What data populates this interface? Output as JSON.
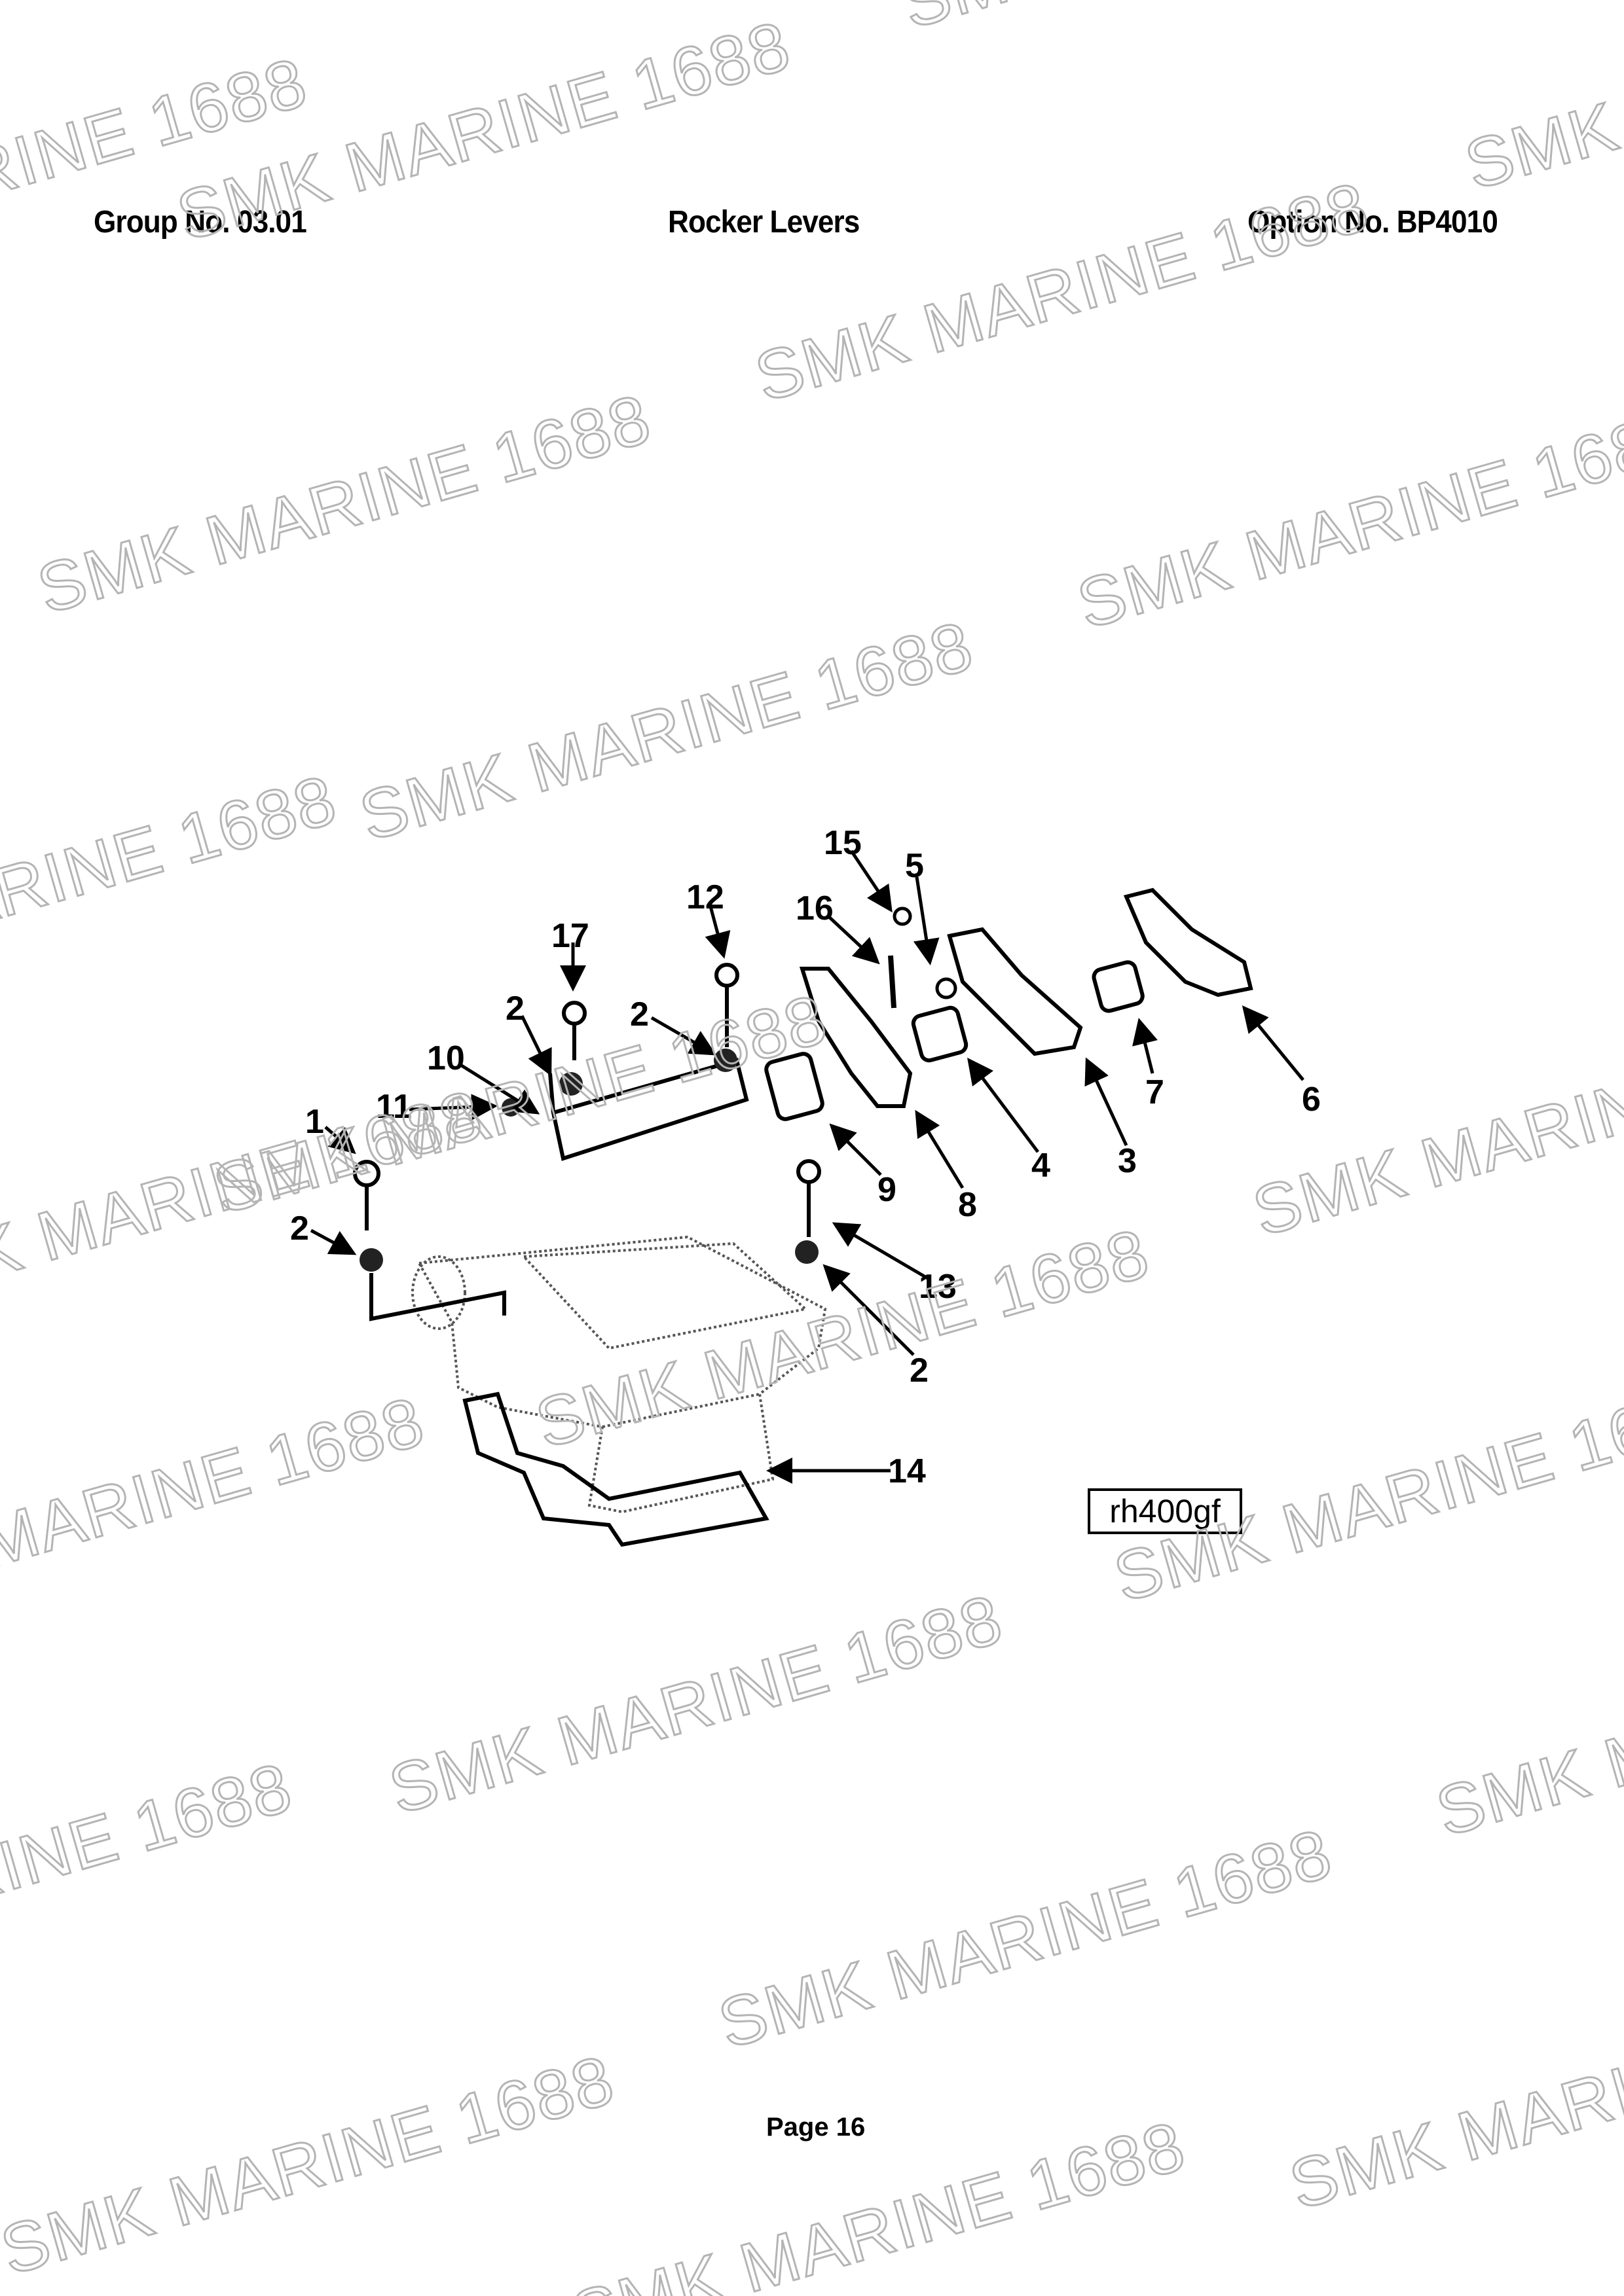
{
  "header": {
    "group": "Group No. 03.01",
    "title": "Rocker Levers",
    "option": "Option No. BP4010"
  },
  "diagram": {
    "callouts": [
      "15",
      "5",
      "16",
      "12",
      "17",
      "2",
      "2",
      "10",
      "11",
      "1",
      "2",
      "9",
      "8",
      "4",
      "3",
      "7",
      "6",
      "13",
      "2",
      "14"
    ],
    "reference_code": "rh400gf"
  },
  "footer": {
    "page": "Page 16"
  },
  "watermark": {
    "text": "SMK MARINE 1688",
    "color": "#b4b4b4"
  }
}
